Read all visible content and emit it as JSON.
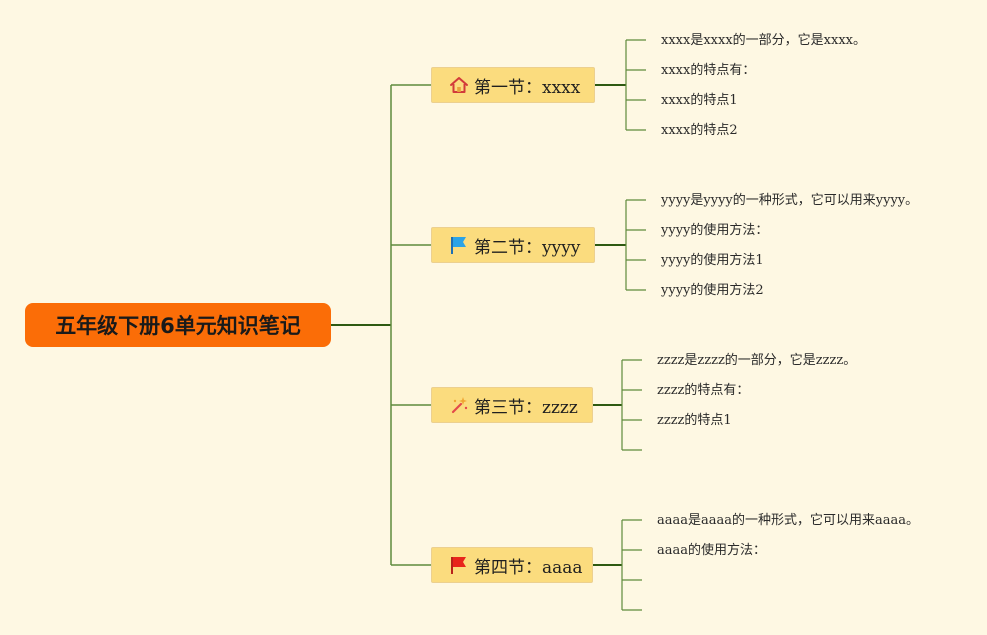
{
  "root": {
    "title": "五年级下册6单元知识笔记"
  },
  "sections": [
    {
      "title": "第一节：xxxx",
      "icon": "home-icon",
      "items": [
        "xxxx是xxxx的一部分，它是xxxx。",
        "xxxx的特点有：",
        "xxxx的特点1",
        "xxxx的特点2"
      ]
    },
    {
      "title": "第二节：yyyy",
      "icon": "blue-flag-icon",
      "items": [
        "yyyy是yyyy的一种形式，它可以用来yyyy。",
        "yyyy的使用方法：",
        "yyyy的使用方法1",
        "yyyy的使用方法2"
      ]
    },
    {
      "title": "第三节：zzzz",
      "icon": "magic-wand-icon",
      "items": [
        "zzzz是zzzz的一部分，它是zzzz。",
        "zzzz的特点有：",
        "zzzz的特点1",
        ""
      ]
    },
    {
      "title": "第四节：aaaa",
      "icon": "red-flag-icon",
      "items": [
        "aaaa是aaaa的一种形式，它可以用来aaaa。",
        "aaaa的使用方法：",
        "",
        ""
      ]
    }
  ],
  "colors": {
    "background": "#fef8e3",
    "root": "#fb6d07",
    "section": "#fbdc7e",
    "line_main": "#2e5a12",
    "line_leaf": "#5f8a3c"
  }
}
